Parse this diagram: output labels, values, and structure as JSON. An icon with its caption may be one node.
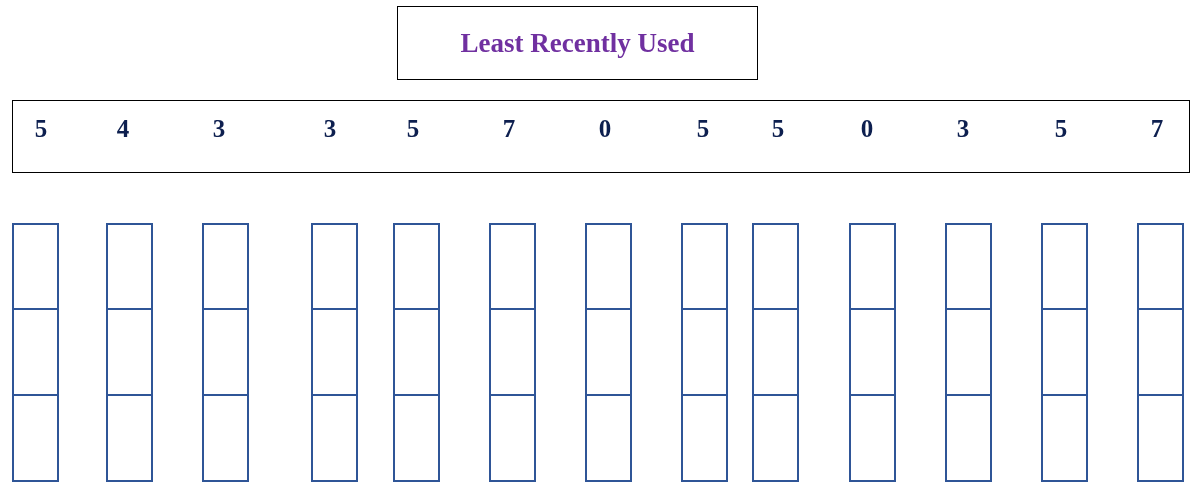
{
  "diagram": {
    "title": "Least Recently Used",
    "nodes": [
      {
        "text": [
          "5",
          "4",
          "3",
          "3",
          "5",
          "7",
          "0",
          "5",
          "5",
          "0",
          "3",
          "5",
          "7"
        ]
      },
      {
        "text": [],
        "shape": "box"
      },
      {
        "text": [],
        "shape": "box"
      },
      {
        "text": [],
        "shape": "box"
      },
      {
        "text": [],
        "shape": "box"
      },
      {
        "text": [],
        "shape": "box"
      },
      {
        "text": [],
        "shape": "box"
      },
      {
        "text": [],
        "shape": "box"
      },
      {
        "text": [],
        "shape": "box"
      },
      {
        "text": [],
        "shape": "box"
      },
      {
        "text": [],
        "shape": "box"
      },
      {
        "text": [],
        "shape": "box"
      },
      {
        "text": [],
        "shape": "box"
      },
      {
        "text": [],
        "shape": "box"
      },
      {
        "text": [],
        "shape": "box"
      },
      {
        "text": [],
        "shape": "box"
      },
      {
        "text": [],
        "shape": "box"
      },
      {
        "text": [],
        "shape": "box"
      },
      {
        "text": [],
        "shape": "box"
      },
      {
        "text": [],
        "shape": "box"
      },
      {
        "text": [],
        "shape": "box"
      },
      {
        "text": [],
        "shape": "box"
      },
      {
        "text": [],
        "shape": "box"
      },
      {
        "text": [],
        "shape": "box"
      },
      {
        "text": [],
        "shape": "box"
      },
      {
        "text": [],
        "shape": "box"
      },
      {
        "text": [],
        "shape": "box"
      },
      {
        "text": [],
        "shape": "box"
      },
      {
        "text": [],
        "shape": "box"
      },
      {
        "text": [],
        "shape": "box"
      },
      {
        "text": [],
        "shape": "box"
      },
      {
        "text": [],
        "shape": "box"
      },
      {
        "text": [],
        "shape": "box"
      },
      {
        "text": [],
        "shape": "box"
      },
      {
        "text": [],
        "shape": "box"
      },
      {
        "text": [],
        "shape": "box"
      },
      {
        "text": [],
        "shape": "box"
      },
      {
        "text": [],
        "shape": "box"
      },
      {
        "text": [],
        "shape": "box"
      },
      {
        "text": [],
        "shape": "box"
      }
    ]
  }
}
